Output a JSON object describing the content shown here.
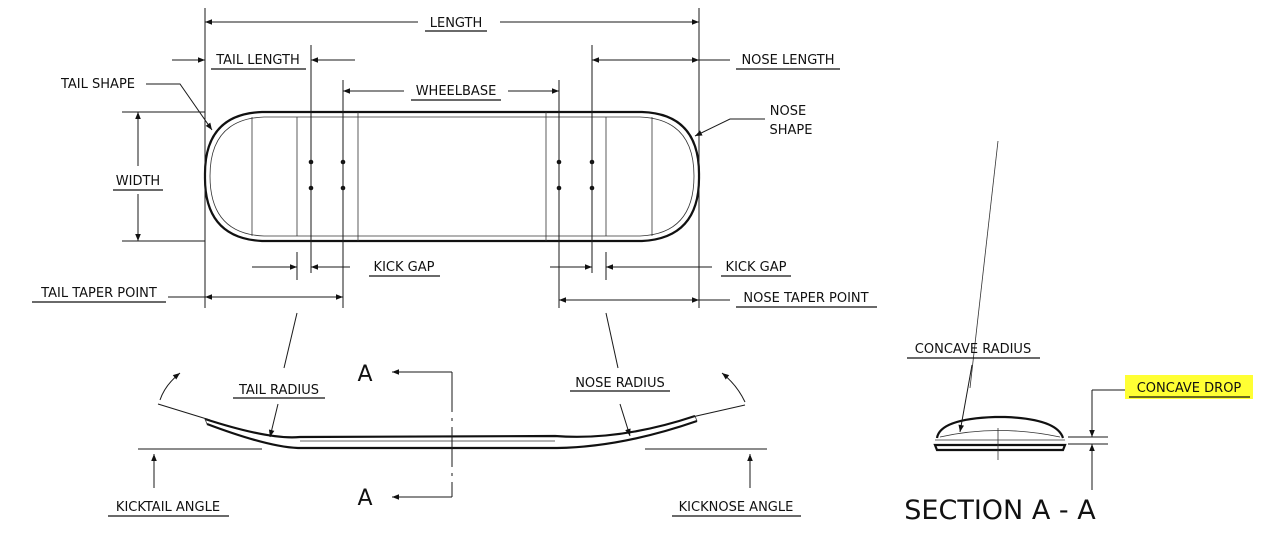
{
  "labels": {
    "length": "LENGTH",
    "tail_length": "TAIL LENGTH",
    "nose_length": "NOSE LENGTH",
    "wheelbase": "WHEELBASE",
    "tail_shape": "TAIL SHAPE",
    "nose_shape_line1": "NOSE",
    "nose_shape_line2": "SHAPE",
    "width": "WIDTH",
    "kick_gap_tail": "KICK GAP",
    "kick_gap_nose": "KICK GAP",
    "tail_taper_point": "TAIL TAPER POINT",
    "nose_taper_point": "NOSE TAPER POINT",
    "tail_radius": "TAIL RADIUS",
    "nose_radius": "NOSE RADIUS",
    "section_marker_top": "A",
    "section_marker_bottom": "A",
    "kicktail_angle": "KICKTAIL ANGLE",
    "kicknose_angle": "KICKNOSE ANGLE",
    "concave_radius": "CONCAVE RADIUS",
    "concave_drop": "CONCAVE DROP",
    "section_title": "SECTION A - A"
  },
  "colors": {
    "highlight": "#ffff33",
    "line": "#1a1a1a"
  }
}
